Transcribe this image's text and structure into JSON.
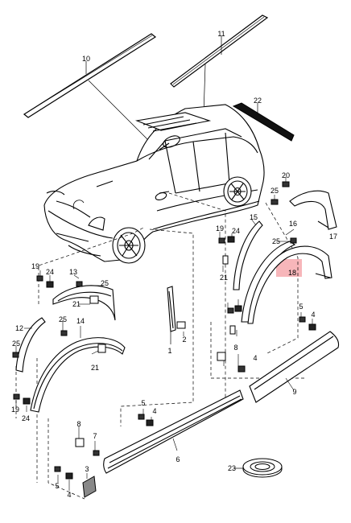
{
  "diagram": {
    "highlight_color": "#f6aeb3",
    "highlighted_part": "18",
    "labels": {
      "p10": "10",
      "p11": "11",
      "p22": "22",
      "p20": "20",
      "p25a": "25",
      "p16": "16",
      "p17": "17",
      "p15": "15",
      "p19a": "19",
      "p24a": "24",
      "p25b": "25",
      "p21a": "21",
      "p18": "18",
      "p19b": "19",
      "p24b": "24",
      "p13": "13",
      "p25c": "25",
      "p21b": "21",
      "p12": "12",
      "p25d": "25",
      "p14": "14",
      "p25e": "25",
      "p21c": "21",
      "p19c": "19",
      "p24c": "24",
      "p1": "1",
      "p2": "2",
      "p5a": "5",
      "p4a": "4",
      "p8a": "8",
      "p4b": "4",
      "p9": "9",
      "p5b": "5",
      "p4c": "4",
      "p6": "6",
      "p8b": "8",
      "p7": "7",
      "p3": "3",
      "p5c": "5",
      "p4d": "4",
      "p23": "23"
    }
  }
}
